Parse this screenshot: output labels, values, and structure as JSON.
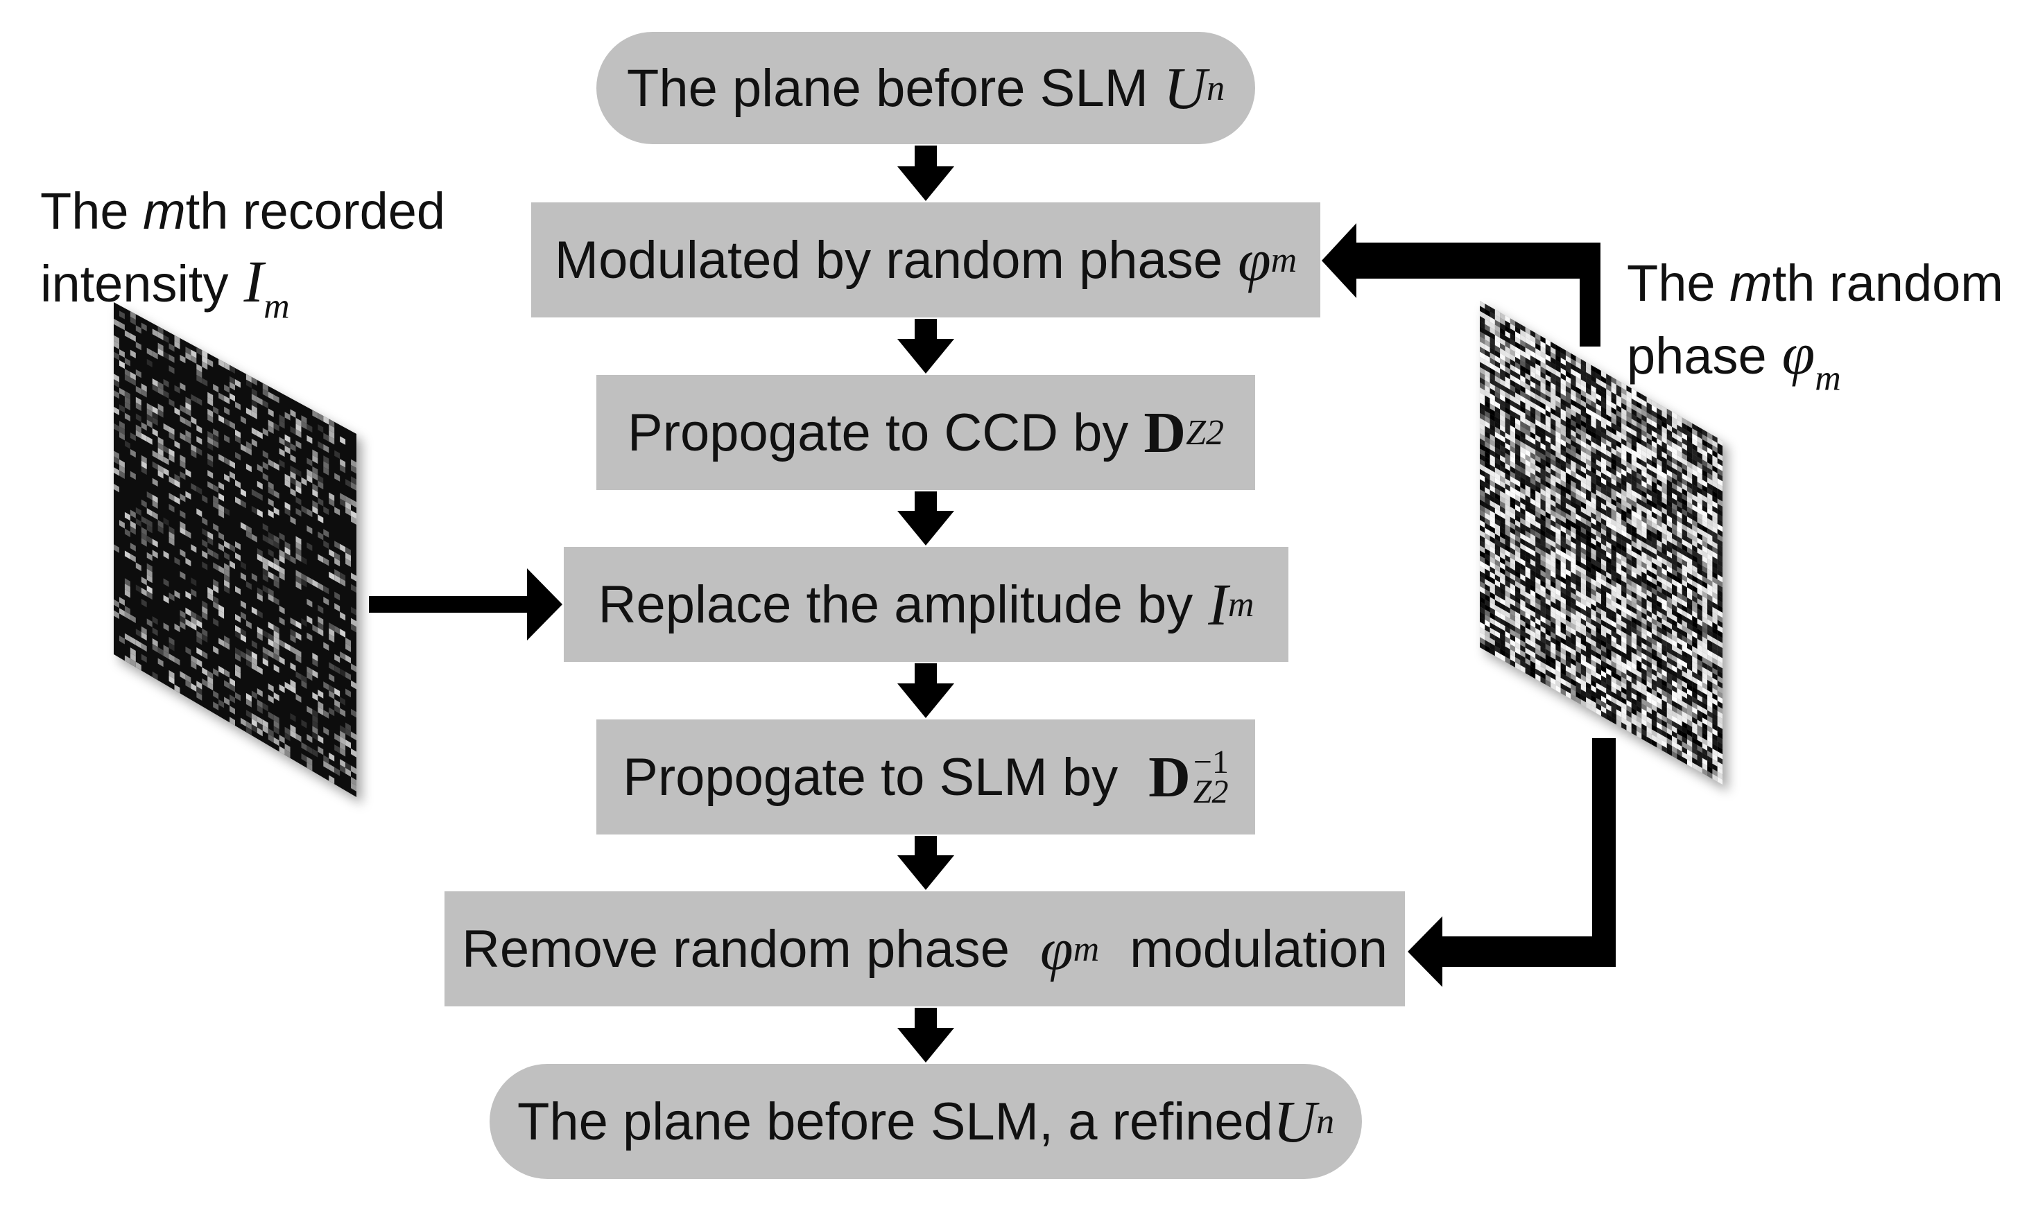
{
  "steps": [
    {
      "text": "The plane before SLM",
      "symbol": "U",
      "sub": "n"
    },
    {
      "text": "Modulated by random phase",
      "symbol": "φ",
      "sub": "m"
    },
    {
      "text": "Propogate to CCD by",
      "symbol": "D",
      "sub": "Z2"
    },
    {
      "text": "Replace the amplitude by",
      "symbol": "I",
      "sub": "m"
    },
    {
      "text": "Propogate to SLM by",
      "symbol": "D",
      "sup": "−1",
      "sub": "Z2"
    },
    {
      "text_before": "Remove random phase",
      "symbol": "φ",
      "sub": "m",
      "text_after": "modulation"
    },
    {
      "text": "The plane before SLM, a refined",
      "symbol": "U",
      "sub": "n"
    }
  ],
  "left_panel": {
    "line1_pre": "The ",
    "line1_italic": "m",
    "line1_post": "th recorded",
    "line2": "intensity",
    "symbol": "I",
    "sub": "m"
  },
  "right_panel": {
    "line1_pre": "The ",
    "line1_italic": "m",
    "line1_post": "th random",
    "line2": "phase",
    "symbol": "φ",
    "sub": "m"
  },
  "colors": {
    "box_fill": "#c0c0c0",
    "arrow": "#000000",
    "text": "#111111"
  },
  "images": {
    "left": "sparse speckle intensity pattern (dark)",
    "right": "random binary-like phase pattern (grayscale)"
  }
}
